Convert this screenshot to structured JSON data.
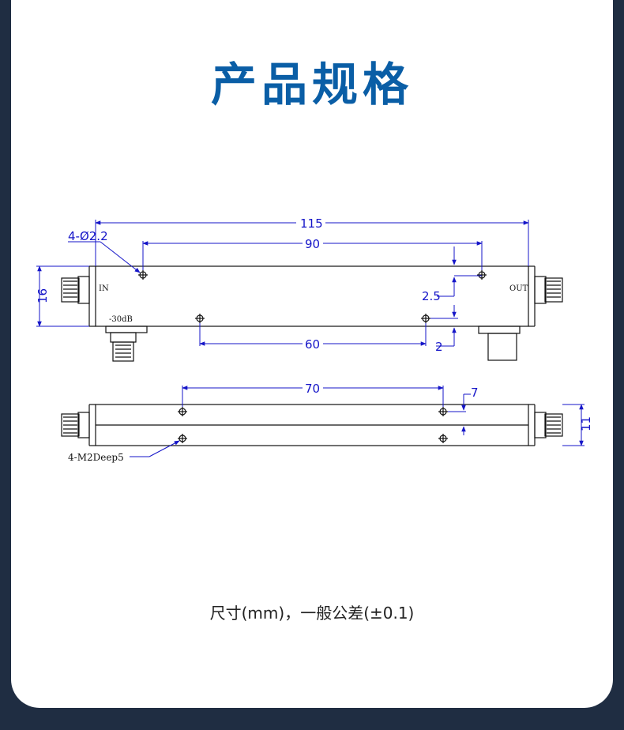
{
  "title": "产品规格",
  "caption": "尺寸(mm)，一般公差(±0.1)",
  "top_view": {
    "port_in_label": "IN",
    "port_out_label": "OUT",
    "coupling_label": "-30dB",
    "dim_overall_length": "115",
    "dim_hole_spacing_top": "90",
    "dim_hole_spacing_bottom": "60",
    "dim_height": "16",
    "dim_hole_offset_top": "2.5",
    "dim_hole_offset_bottom": "2",
    "dim_hole_note": "4-Ø2.2"
  },
  "side_view": {
    "dim_hole_spacing": "70",
    "dim_offset": "7",
    "dim_height": "11",
    "dim_thread_note": "4-M2Deep5"
  },
  "colors": {
    "title": "#0a5ea6",
    "dimension": "#1515c8",
    "outline": "#111111"
  }
}
